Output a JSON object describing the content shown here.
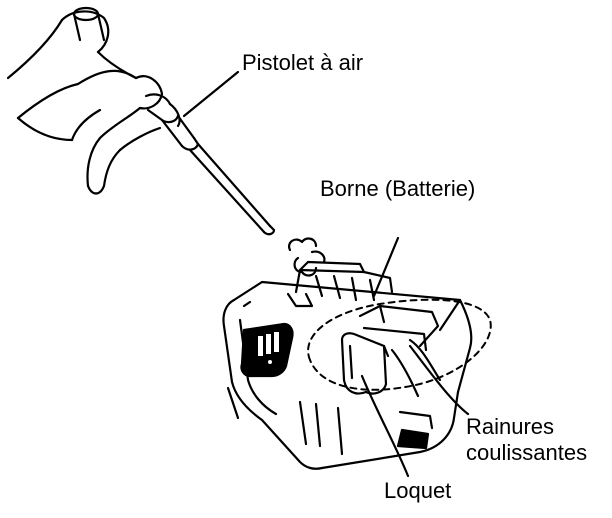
{
  "labels": {
    "air_gun": "Pistolet à air",
    "terminal": "Borne (Batterie)",
    "slide_grooves_line1": "Rainures",
    "slide_grooves_line2": "coulissantes",
    "latch": "Loquet"
  }
}
